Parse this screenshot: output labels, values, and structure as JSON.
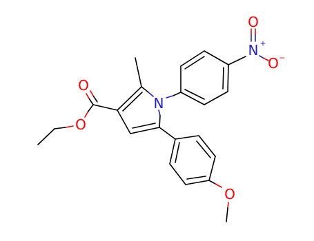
{
  "colors": {
    "bond": "#000000",
    "oxygen": "#ff0000",
    "nitrogen": "#2222cc",
    "background": "#ffffff"
  },
  "atoms": {
    "ester_carbonyl_o": {
      "label": "O",
      "color": "oxygen"
    },
    "ester_ether_o": {
      "label": "O",
      "color": "oxygen"
    },
    "pyrrole_n": {
      "label": "N",
      "color": "nitrogen"
    },
    "nitro_n": {
      "label": "N",
      "color": "nitrogen",
      "charge": "+"
    },
    "nitro_o_top": {
      "label": "O",
      "color": "oxygen"
    },
    "nitro_o_right": {
      "label": "O",
      "color": "oxygen",
      "charge": "−"
    },
    "methoxy_o": {
      "label": "O",
      "color": "oxygen"
    }
  }
}
